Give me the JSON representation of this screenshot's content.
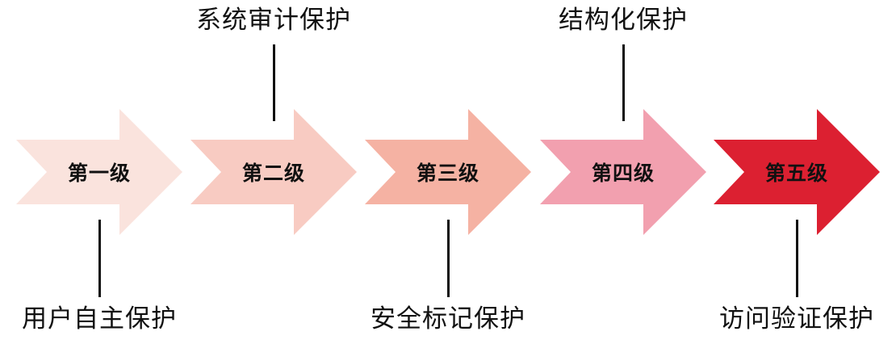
{
  "diagram": {
    "title": "",
    "background_color": "#ffffff",
    "line_color": "#111111",
    "text_color": "#111111",
    "levels": [
      {
        "label": "第一级",
        "color": "#FAE3DD",
        "annotation": "用户自主保护",
        "annotation_position": "bottom"
      },
      {
        "label": "第二级",
        "color": "#F8CBC2",
        "annotation": "系统审计保护",
        "annotation_position": "top"
      },
      {
        "label": "第三级",
        "color": "#F5B2A3",
        "annotation": "安全标记保护",
        "annotation_position": "bottom"
      },
      {
        "label": "第四级",
        "color": "#F2A0AF",
        "annotation": "结构化保护",
        "annotation_position": "top"
      },
      {
        "label": "第五级",
        "color": "#DC2031",
        "annotation": "访问验证保护",
        "annotation_position": "bottom"
      }
    ]
  }
}
